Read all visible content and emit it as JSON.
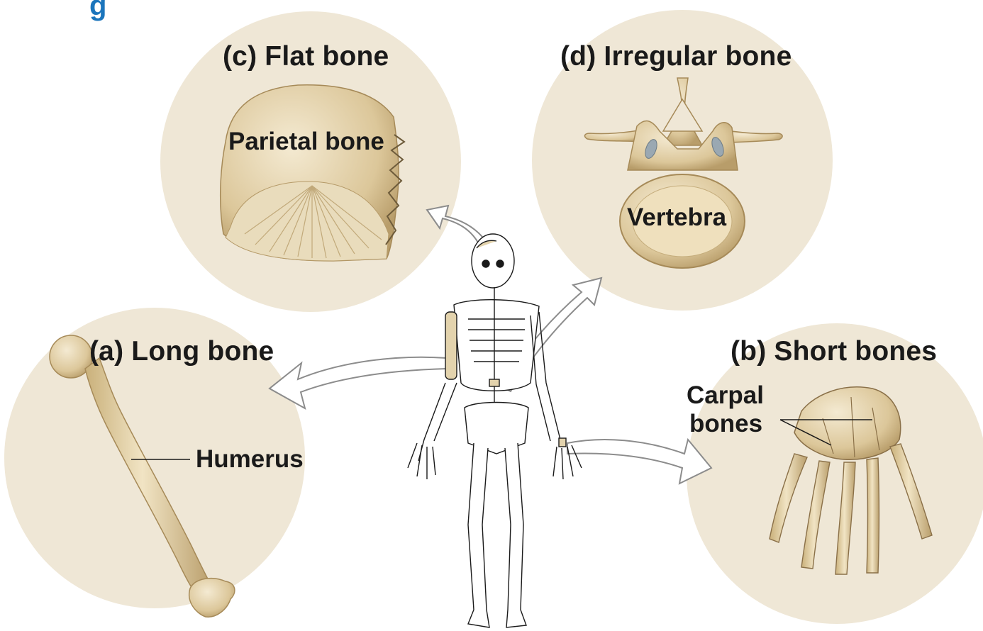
{
  "header_fragment": "g",
  "panels": {
    "flat": {
      "title": "(c) Flat bone",
      "part": "Parietal bone"
    },
    "irregular": {
      "title": "(d) Irregular bone",
      "part": "Vertebra"
    },
    "long": {
      "title": "(a) Long bone",
      "part": "Humerus"
    },
    "short": {
      "title": "(b) Short bones",
      "part_line1": "Carpal",
      "part_line2": "bones"
    }
  },
  "colors": {
    "panel_bg": "#efe7d6",
    "bone": "#e3d3ad",
    "bone_shadow": "#b89d6a",
    "arrow": "#ffffff",
    "arrow_outline": "#8c8c8c",
    "header_blue": "#1b75bc"
  }
}
